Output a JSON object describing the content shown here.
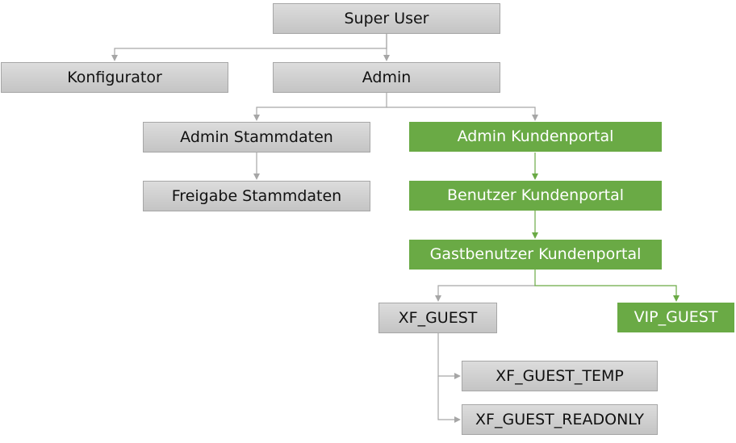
{
  "colors": {
    "node_gray": "#cfcfcf",
    "node_green": "#6aaa45",
    "connector_gray": "#a6a6a6",
    "connector_green": "#6aaa45"
  },
  "nodes": {
    "super_user": "Super User",
    "konfigurator": "Konfigurator",
    "admin": "Admin",
    "admin_stammdaten": "Admin Stammdaten",
    "freigabe_stammdaten": "Freigabe Stammdaten",
    "admin_kundenportal": "Admin Kundenportal",
    "benutzer_kundenportal": "Benutzer Kundenportal",
    "gastbenutzer_kundenportal": "Gastbenutzer Kundenportal",
    "xf_guest": "XF_GUEST",
    "vip_guest": "VIP_GUEST",
    "xf_guest_temp": "XF_GUEST_TEMP",
    "xf_guest_readonly": "XF_GUEST_READONLY"
  }
}
